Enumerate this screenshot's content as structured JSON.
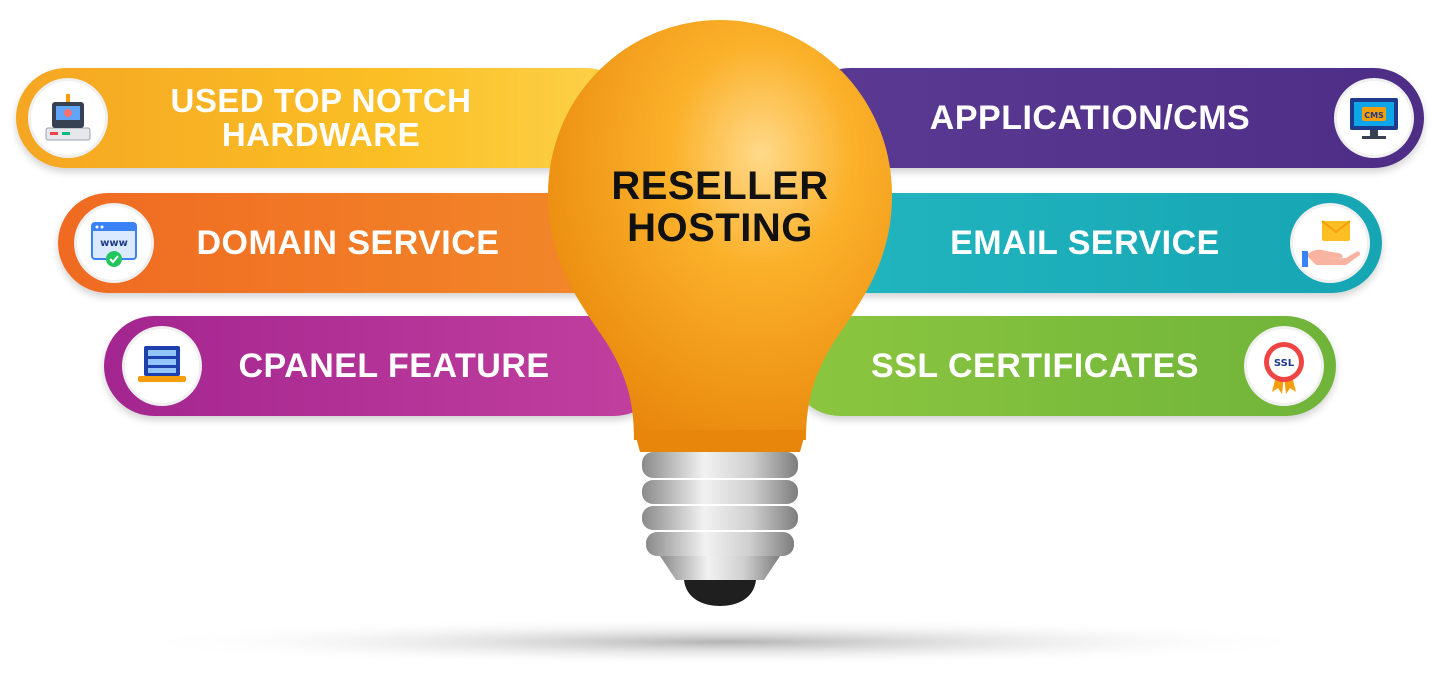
{
  "center": {
    "title_line1": "RESELLER",
    "title_line2": "HOSTING"
  },
  "features_left": [
    {
      "label_line1": "USED TOP NOTCH",
      "label_line2": "HARDWARE",
      "icon": "hardware-machine-icon",
      "color": "#f5a623"
    },
    {
      "label": "DOMAIN SERVICE",
      "icon": "www-browser-icon",
      "color": "#f06a22"
    },
    {
      "label": "CPANEL FEATURE",
      "icon": "cpanel-laptop-icon",
      "color": "#a3258f"
    }
  ],
  "features_right": [
    {
      "label": "APPLICATION/CMS",
      "icon": "cms-monitor-icon",
      "icon_text": "CMS",
      "color": "#5b3a93"
    },
    {
      "label": "EMAIL SERVICE",
      "icon": "email-hand-icon",
      "color": "#22b6c0"
    },
    {
      "label": "SSL CERTIFICATES",
      "icon": "ssl-badge-icon",
      "icon_text": "SSL",
      "color": "#8cc63f"
    }
  ],
  "colors": {
    "bulb": "#f7a21b",
    "bulb_highlight": "#ffd27a",
    "base_metal": "#c9c9c9"
  }
}
